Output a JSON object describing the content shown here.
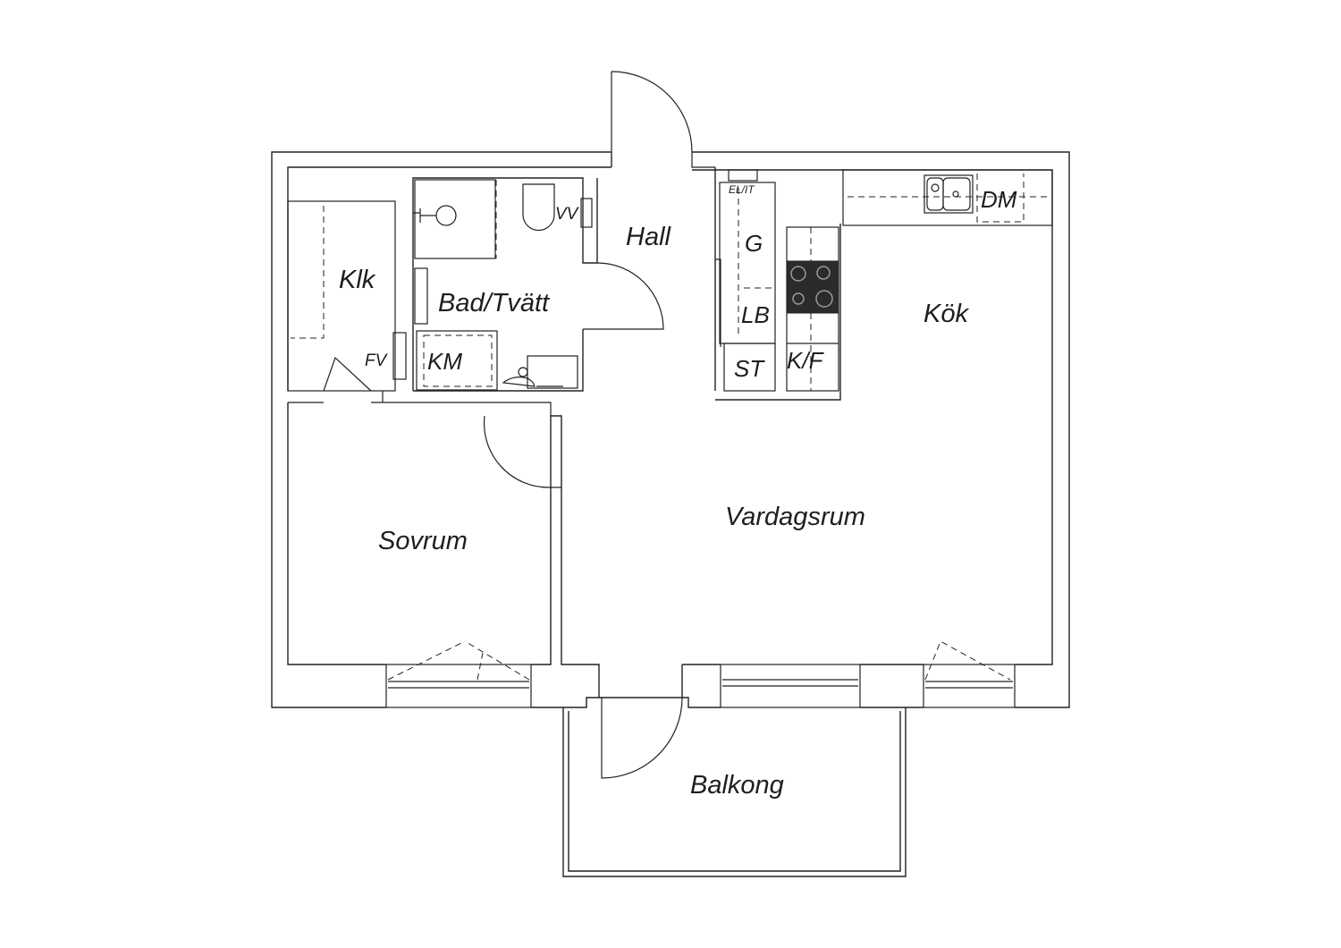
{
  "rooms": {
    "hall": "Hall",
    "bad_tvatt": "Bad/Tvätt",
    "klk": "Klk",
    "kok": "Kök",
    "vardagsrum": "Vardagsrum",
    "sovrum": "Sovrum",
    "balkong": "Balkong"
  },
  "fixtures": {
    "vv": "VV",
    "fv": "FV",
    "km": "KM",
    "el_it": "EL/IT",
    "g": "G",
    "lb": "LB",
    "st": "ST",
    "kf": "K/F",
    "dm": "DM"
  }
}
